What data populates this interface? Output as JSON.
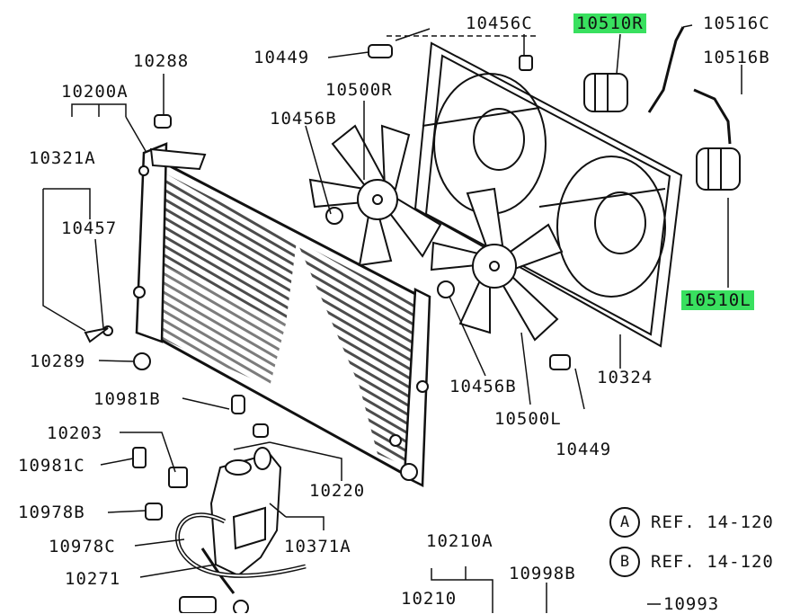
{
  "highlight_color": "#39e05f",
  "parts": {
    "p10288": "10288",
    "p10200A": "10200A",
    "p10321A": "10321A",
    "p10457": "10457",
    "p10289": "10289",
    "p10981B": "10981B",
    "p10203": "10203",
    "p10981C": "10981C",
    "p10978B": "10978B",
    "p10978C": "10978C",
    "p10271": "10271",
    "p10449_top": "10449",
    "p10500R": "10500R",
    "p10456B": "10456B",
    "p10456C": "10456C",
    "p10510R": "10510R",
    "p10516C": "10516C",
    "p10516B": "10516B",
    "p10510L": "10510L",
    "p10456B_b": "10456B",
    "p10324": "10324",
    "p10500L": "10500L",
    "p10449_bot": "10449",
    "p10220": "10220",
    "p10371A": "10371A",
    "p10210A": "10210A",
    "p10210": "10210",
    "p10998B": "10998B",
    "p10993": "10993"
  },
  "refs": [
    {
      "letter": "A",
      "text": "REF. 14-120"
    },
    {
      "letter": "B",
      "text": "REF. 14-120"
    }
  ]
}
